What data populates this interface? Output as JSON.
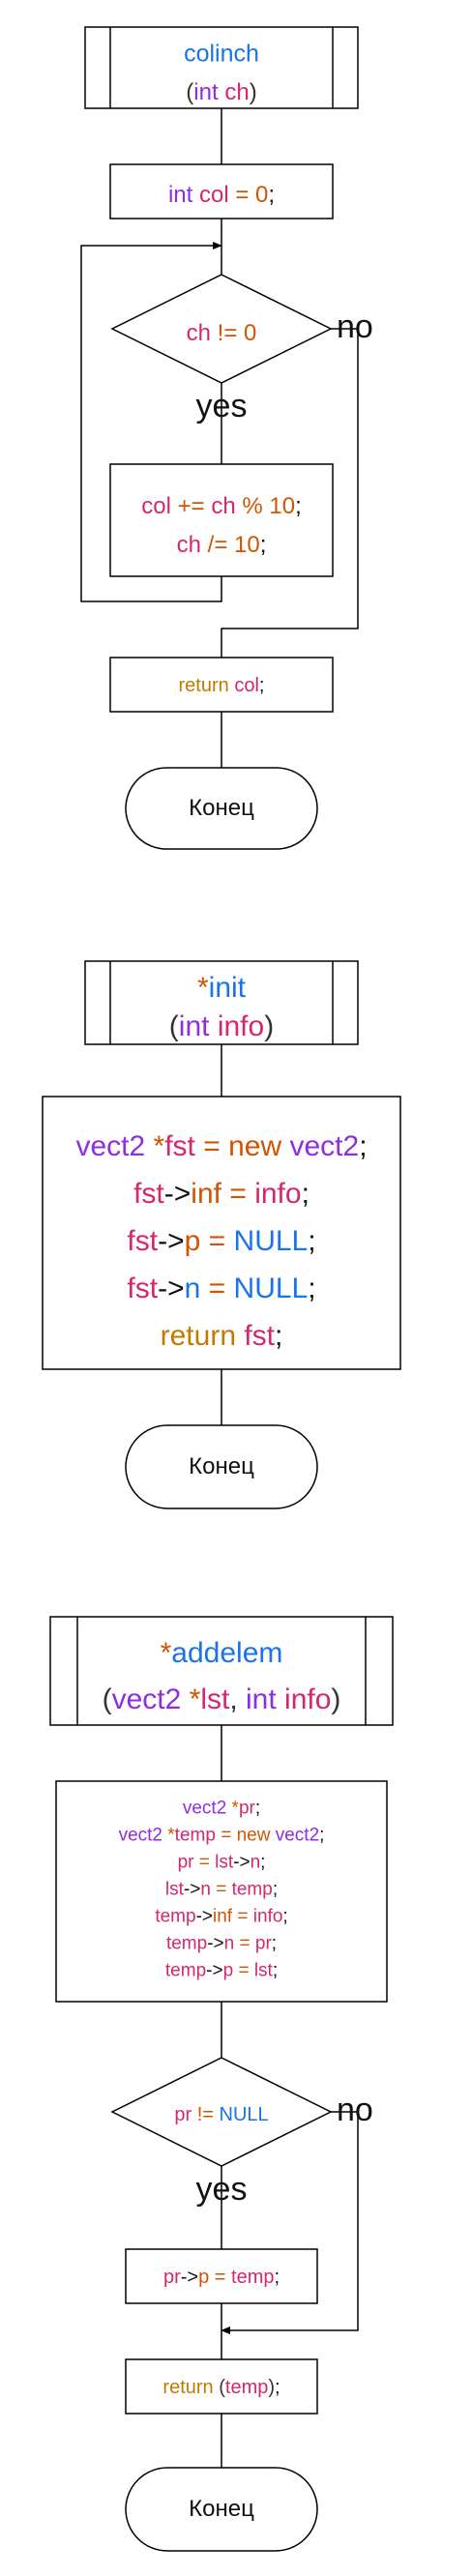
{
  "colors": {
    "keyword": "#8e2de2",
    "function": "#1a73e8",
    "variable": "#d6266e",
    "number": "#d35400",
    "return": "#c27a00",
    "text": "#111111",
    "stroke": "#000000"
  },
  "flow_colinch": {
    "header": {
      "name": "colinch",
      "param_type": "int",
      "param_name": "ch"
    },
    "init": {
      "type": "int",
      "var": "col",
      "op": "=",
      "val": "0"
    },
    "condition": {
      "var": "ch",
      "op": "!=",
      "val": "0"
    },
    "no_label": "no",
    "yes_label": "yes",
    "body": {
      "line1": {
        "var": "col",
        "op": "+=",
        "var2": "ch",
        "op2": "%",
        "val": "10"
      },
      "line2": {
        "var": "ch",
        "op": "/=",
        "val": "10"
      }
    },
    "ret": {
      "keyword": "return",
      "var": "col"
    },
    "end_label": "Конец"
  },
  "flow_init": {
    "header": {
      "star": "*",
      "name": "init",
      "param_type": "int",
      "param_name": "info"
    },
    "body": {
      "l1": {
        "type": "vect2",
        "star": "*",
        "var": "fst",
        "op": "=",
        "kw": "new",
        "type2": "vect2"
      },
      "l2": {
        "var": "fst",
        "arrow": "->",
        "field": "inf",
        "op": "=",
        "val": "info"
      },
      "l3": {
        "var": "fst",
        "arrow": "->",
        "field": "p",
        "op": "=",
        "val": "NULL"
      },
      "l4": {
        "var": "fst",
        "arrow": "->",
        "field": "n",
        "op": "=",
        "val": "NULL"
      },
      "l5": {
        "keyword": "return",
        "var": "fst"
      }
    },
    "end_label": "Конец"
  },
  "flow_addelem": {
    "header": {
      "star": "*",
      "name": "addelem",
      "p1_type": "vect2",
      "p1_star": "*",
      "p1_name": "lst",
      "p2_type": "int",
      "p2_name": "info"
    },
    "body": {
      "l1": {
        "type": "vect2",
        "star": "*",
        "var": "pr"
      },
      "l2": {
        "type": "vect2",
        "star": "*",
        "var": "temp",
        "op": "=",
        "kw": "new",
        "type2": "vect2"
      },
      "l3": {
        "var": "pr",
        "op": "=",
        "var2": "lst",
        "arrow": "->",
        "field": "n"
      },
      "l4": {
        "var": "lst",
        "arrow": "->",
        "field": "n",
        "op": "=",
        "val": "temp"
      },
      "l5": {
        "var": "temp",
        "arrow": "->",
        "field": "inf",
        "op": "=",
        "val": "info"
      },
      "l6": {
        "var": "temp",
        "arrow": "->",
        "field": "n",
        "op": "=",
        "val": "pr"
      },
      "l7": {
        "var": "temp",
        "arrow": "->",
        "field": "p",
        "op": "=",
        "val": "lst"
      }
    },
    "condition": {
      "var": "pr",
      "op": "!=",
      "val": "NULL"
    },
    "no_label": "no",
    "yes_label": "yes",
    "assign": {
      "var": "pr",
      "arrow": "->",
      "field": "p",
      "op": "=",
      "val": "temp"
    },
    "ret": {
      "keyword": "return",
      "open": "(",
      "var": "temp",
      "close": ")"
    },
    "end_label": "Конец"
  }
}
